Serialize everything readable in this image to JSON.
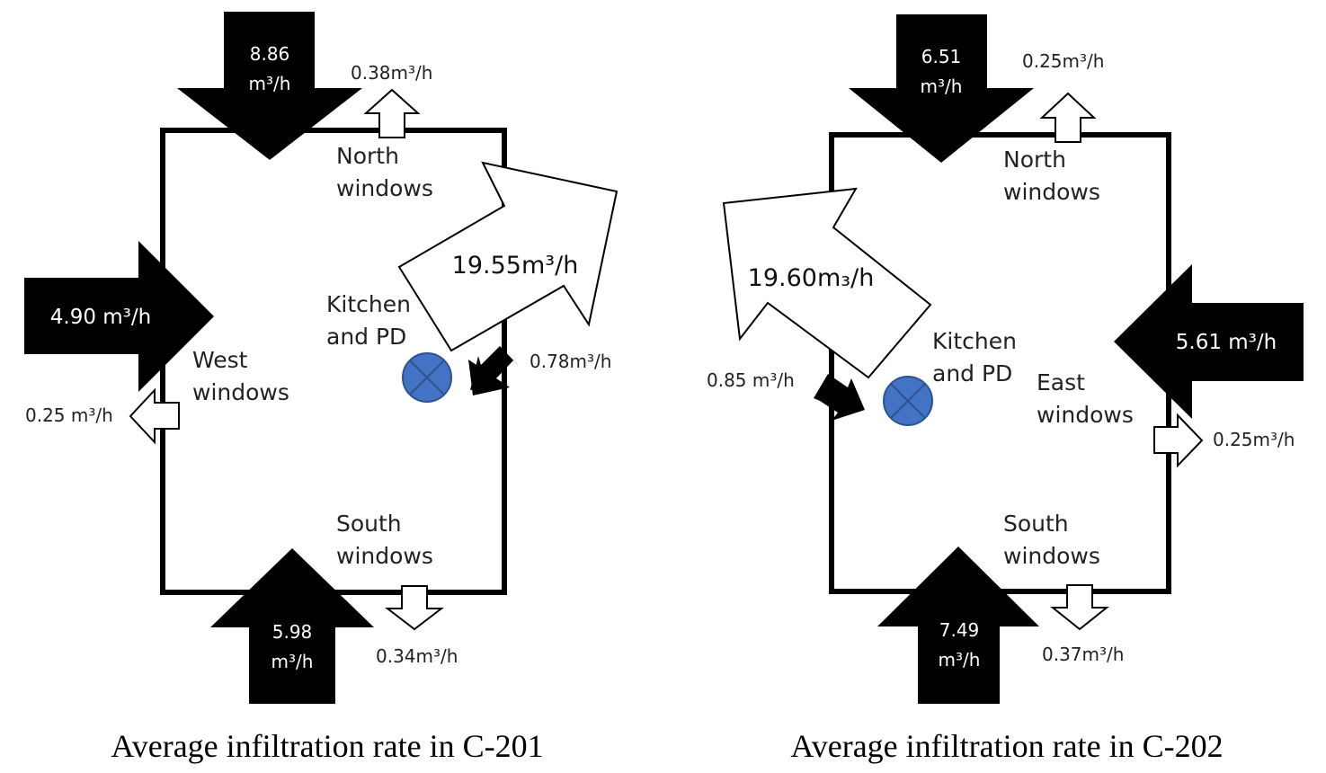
{
  "colors": {
    "inflow_arrow": "#000000",
    "outflow_arrow": "#ffffff",
    "exhaust_symbol": "#4472c4",
    "exhaust_symbol_stroke": "#2f528f",
    "wall": "#000000"
  },
  "panels": [
    {
      "caption": "Average infiltration rate in C-201",
      "labels": {
        "north": [
          "North",
          "windows"
        ],
        "west": [
          "West",
          "windows"
        ],
        "south": [
          "South",
          "windows"
        ],
        "kitchen": [
          "Kitchen",
          "and PD"
        ]
      },
      "flows": {
        "north_in": {
          "value": "8.86",
          "unit": "m³/h"
        },
        "north_out": "0.38m³/h",
        "west_in": "4.90 m³/h",
        "west_out": "0.25 m³/h",
        "south_in": {
          "value": "5.98",
          "unit": "m³/h"
        },
        "south_out": "0.34m³/h",
        "kitchen_exhaust": "19.55m³/h",
        "kitchen_in": "0.78m³/h"
      }
    },
    {
      "caption": "Average infiltration rate in C-202",
      "labels": {
        "north": [
          "North",
          "windows"
        ],
        "east": [
          "East",
          "windows"
        ],
        "south": [
          "South",
          "windows"
        ],
        "kitchen": [
          "Kitchen",
          "and PD"
        ]
      },
      "flows": {
        "north_in": {
          "value": "6.51",
          "unit": "m³/h"
        },
        "north_out": "0.25m³/h",
        "east_in": "5.61 m³/h",
        "east_out": "0.25m³/h",
        "south_in": {
          "value": "7.49",
          "unit": "m³/h"
        },
        "south_out": "0.37m³/h",
        "kitchen_exhaust": "19.60m₃/h",
        "kitchen_in": "0.85 m³/h"
      }
    }
  ]
}
